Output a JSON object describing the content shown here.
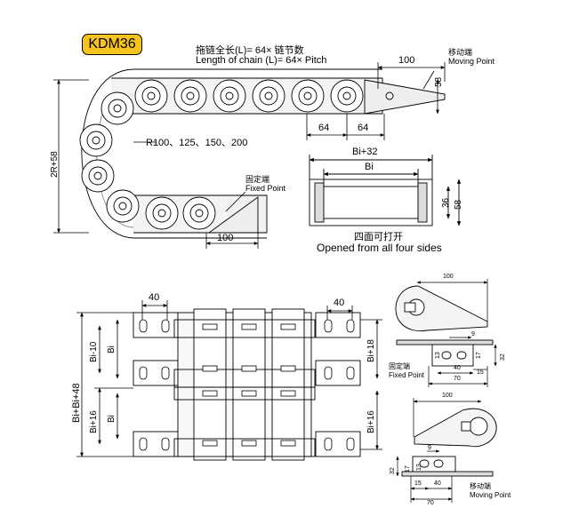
{
  "header": {
    "model": "KDM36",
    "length_cn": "拖链全长(L)= 64× 链节数",
    "length_en": "Length of chain (L)= 64× Pitch"
  },
  "side_view": {
    "dim_100_top": "100",
    "moving_cn": "移动端",
    "moving_en": "Moving Point",
    "dim_58": "58",
    "pitch_a": "64",
    "pitch_b": "64",
    "radius_options": "R100、125、150、200",
    "height_dim": "2R+58",
    "fixed_cn": "固定端",
    "fixed_en": "Fixed Point",
    "dim_100_bottom": "100"
  },
  "cross_section": {
    "width_outer": "Bi+32",
    "width_inner": "Bi",
    "h_inner": "36",
    "h_outer": "58",
    "open_cn": "四面可打开",
    "open_en": "Opened from all four sides"
  },
  "top_view": {
    "dim_40_left": "40",
    "dim_40_right": "40",
    "total_width": "Bi+Bi+48",
    "bi_minus_10": "Bi-10",
    "bi_top": "Bi",
    "bi_plus_18": "Bi+18",
    "bi_plus_16_left": "Bi+16",
    "bi_bottom": "Bi",
    "bi_plus_16_right": "Bi+16"
  },
  "fixed_bracket": {
    "len_100": "100",
    "d9": "9",
    "d17": "17",
    "d32": "32",
    "d13": "13",
    "d40": "40",
    "d15": "15",
    "d70": "70",
    "label_cn": "固定端",
    "label_en": "Fixed Point"
  },
  "moving_bracket": {
    "len_100": "100",
    "d9": "9",
    "d13": "13",
    "d17": "17",
    "d32": "32",
    "d15": "15",
    "d40": "40",
    "d70": "70",
    "label_cn": "移动端",
    "label_en": "Moving Point"
  }
}
